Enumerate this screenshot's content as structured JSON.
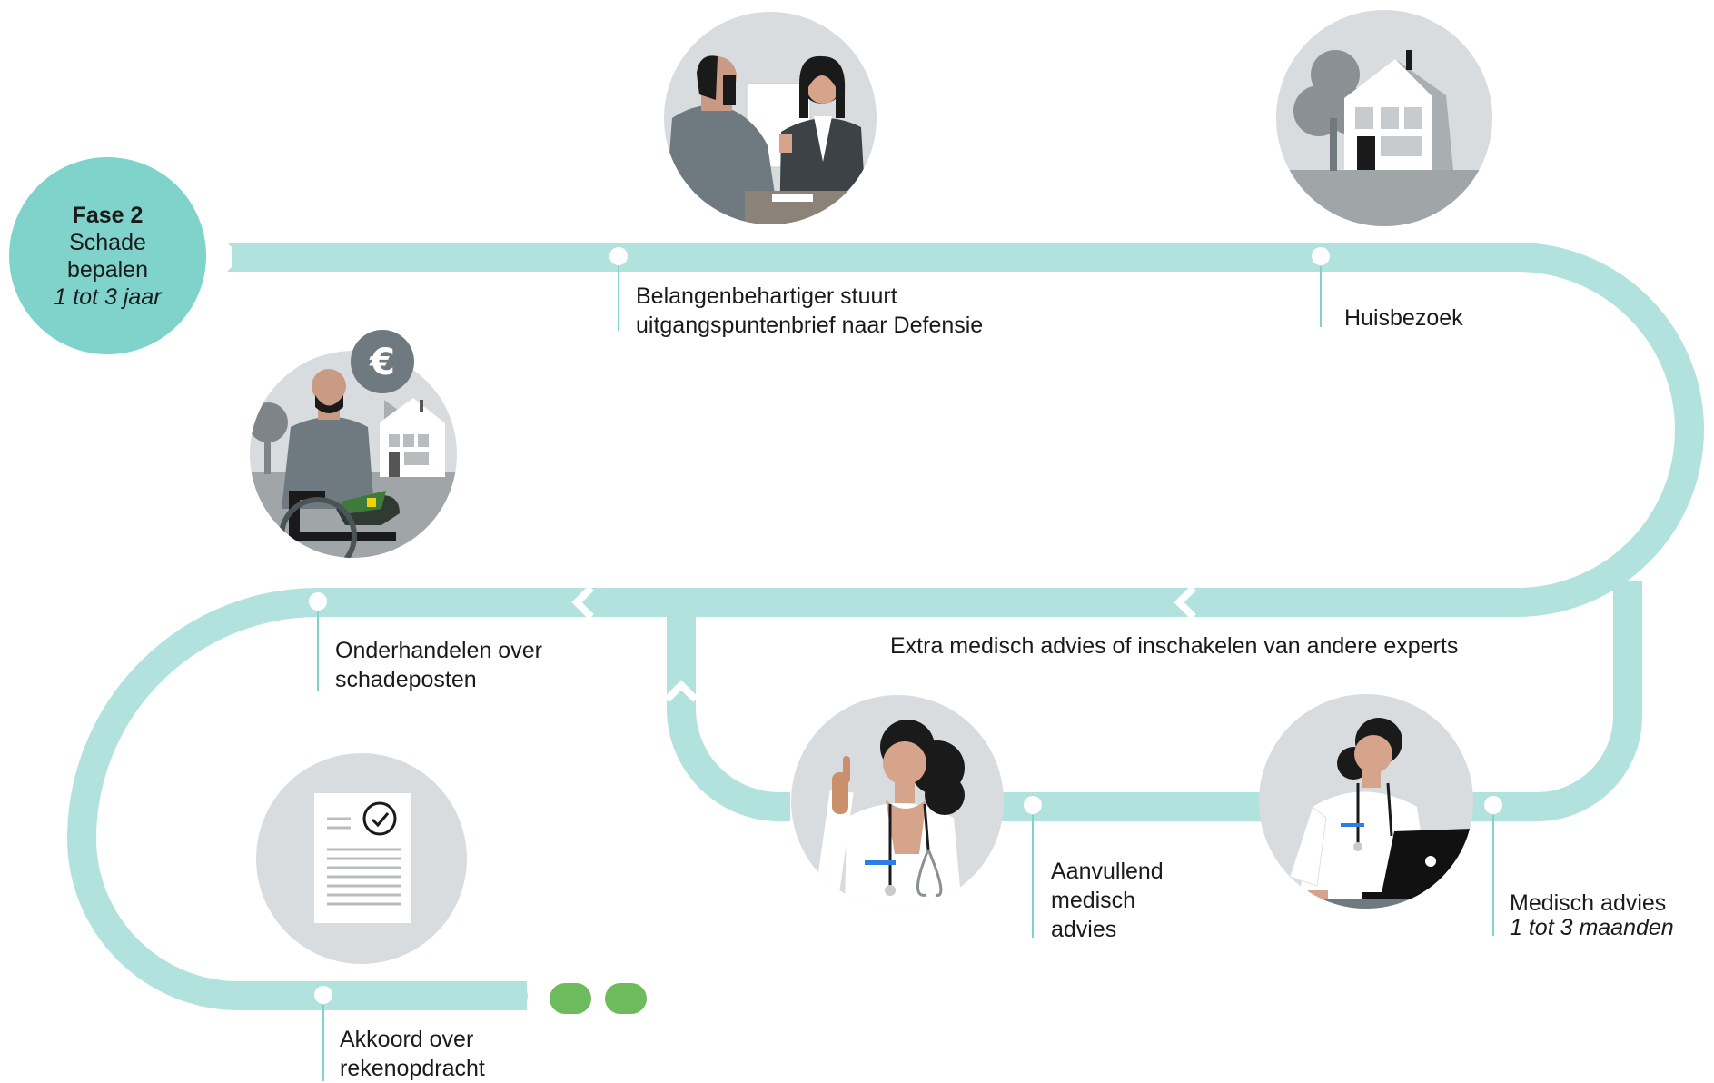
{
  "phase": {
    "title": "Fase 2",
    "line1": "Schade",
    "line2": "bepalen",
    "duration": "1 tot 3 jaar"
  },
  "steps": {
    "letter": {
      "line1": "Belangenbehartiger stuurt",
      "line2": "uitgangspuntenbrief naar Defensie"
    },
    "home_visit": {
      "line1": "Huisbezoek"
    },
    "medical_advice": {
      "line1": "Medisch advies",
      "line2": "1 tot 3 maanden"
    },
    "extra_advice": {
      "line1": "Aanvullend",
      "line2": "medisch",
      "line3": "advies"
    },
    "extra_experts": {
      "line1": "Extra medisch advies of inschakelen van andere experts"
    },
    "negotiate": {
      "line1": "Onderhandelen over",
      "line2": "schadeposten"
    },
    "agreement": {
      "line1": "Akkoord over",
      "line2": "rekenopdracht"
    }
  },
  "icons": {
    "meeting": "meeting-illustration-icon",
    "house": "house-illustration-icon",
    "veteran": "veteran-wheelchair-icon",
    "euro": "euro-badge-icon",
    "doctor_pointing": "doctor-pointing-icon",
    "doctor_laptop": "doctor-laptop-icon",
    "document_check": "document-check-icon"
  },
  "colors": {
    "track": "#b2e2dd",
    "phase_circle": "#7fd3cb",
    "illustration_bg": "#d9dcde",
    "figure_dark": "#6e7a80",
    "continue_dots": "#6ebb5e"
  }
}
